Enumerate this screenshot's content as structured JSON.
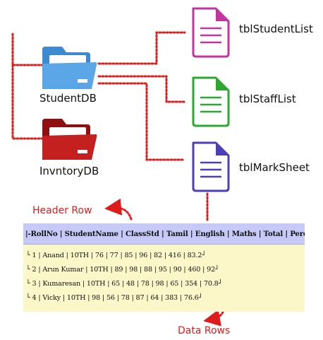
{
  "nodes": {
    "database_1": {
      "label": "StudentDB",
      "icon": "folder-open-icon",
      "color": "#5aa6e6"
    },
    "database_2": {
      "label": "InvntoryDB",
      "icon": "folder-open-icon",
      "color": "#c3201f"
    },
    "table_1": {
      "label": "tblStudentList",
      "icon": "document-icon",
      "color": "#c2349f"
    },
    "table_2": {
      "label": "tblStaffList",
      "icon": "document-icon",
      "color": "#2ca832"
    },
    "table_3": {
      "label": "tblMarkSheet",
      "icon": "document-icon",
      "color": "#4d3fb6"
    }
  },
  "annotations": {
    "header_row": "Header Row",
    "data_rows": "Data Rows"
  },
  "marksheet": {
    "header": "|-RollNo | StudentName | ClassStd | Tamil | English | Maths | Total | Percentage-|",
    "rows": [
      "└ 1 | Anand | 10TH | 76 | 77 | 85 | 96 | 82 | 416 | 83.2┘",
      "└ 2 | Arun Kumar | 10TH | 89 | 98 | 88 | 95 | 90 | 460 | 92┘",
      "└ 3 | Kumaresan | 10TH | 65 | 48 | 78 | 98 | 65 | 354 | 70.8┘",
      "└ 4 | Vicky | 10TH | 98 | 56 | 78 | 87 | 64 | 383 | 76.6┘"
    ]
  },
  "colors": {
    "connector": "#e01b1b",
    "header_background": "#c7c9f6",
    "table_background": "#fbf7c8"
  }
}
